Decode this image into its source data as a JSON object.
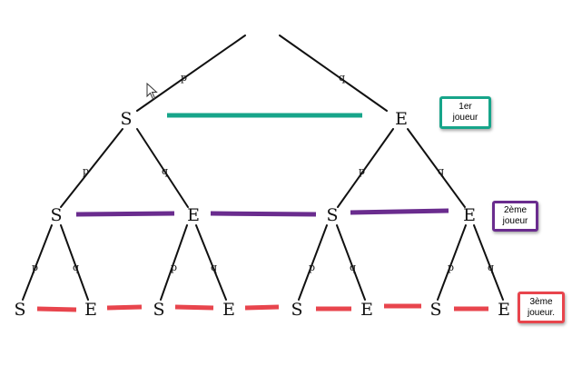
{
  "probabilities": {
    "success": "p",
    "failure": "q"
  },
  "nodes": {
    "level1": [
      "S",
      "E"
    ],
    "level2": [
      "S",
      "E",
      "S",
      "E"
    ],
    "level3": [
      "S",
      "E",
      "S",
      "E",
      "S",
      "E",
      "S",
      "E"
    ]
  },
  "badges": [
    {
      "lines": [
        "1er",
        "joueur"
      ],
      "color": "#17a58a"
    },
    {
      "lines": [
        "2ème",
        "joueur"
      ],
      "color": "#6a2c8e"
    },
    {
      "lines": [
        "3ème",
        "joueur."
      ],
      "color": "#e8454d"
    }
  ],
  "separator_colors": {
    "level1": "#17a58a",
    "level2": "#6a2c8e",
    "level3": "#e8454d"
  },
  "icons": {
    "cursor": "mouse-pointer-icon"
  }
}
